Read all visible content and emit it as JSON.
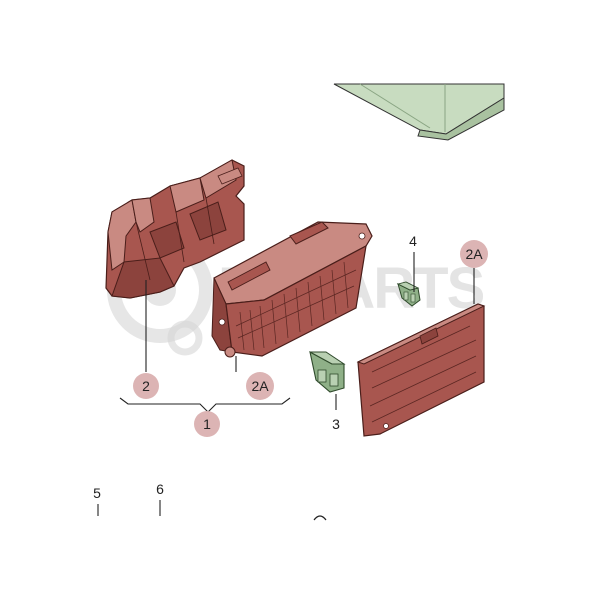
{
  "watermark": {
    "text": "EMPARTS"
  },
  "callouts": {
    "c1": "1",
    "c2": "2",
    "c2a_left": "2A",
    "c2a_right": "2A",
    "c3": "3",
    "c4": "4",
    "c5": "5",
    "c6": "6"
  },
  "colors": {
    "part_fill": "#a8564f",
    "part_light": "#c98a82",
    "part_dark": "#6e2f2a",
    "battery_fill": "#c8dcc0",
    "fuse_green": "#8fb088",
    "badge_fill": "#dcb4b4",
    "line": "#222222"
  }
}
